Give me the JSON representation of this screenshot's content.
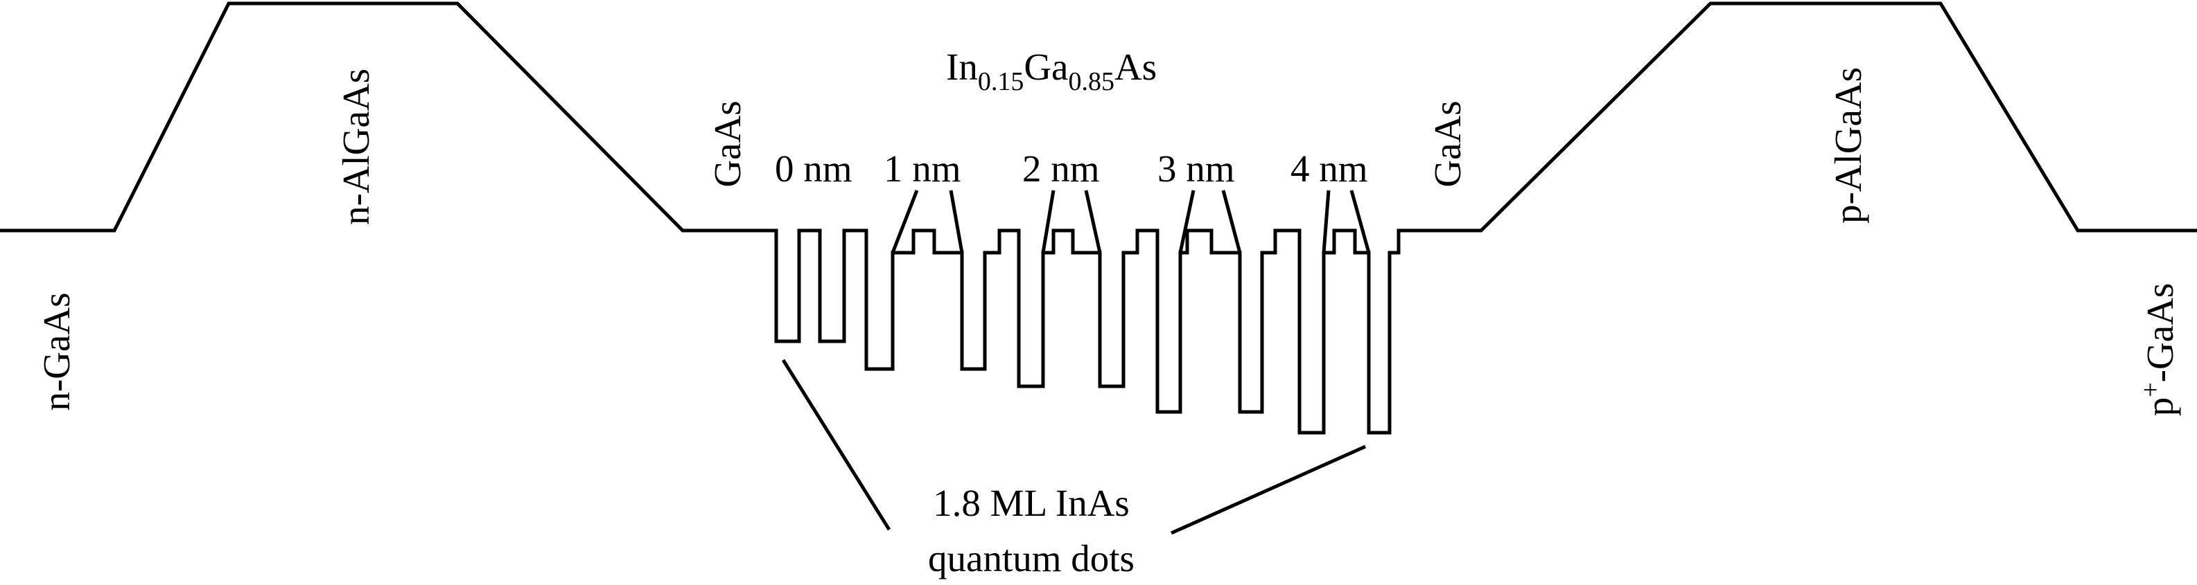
{
  "colors": {
    "line": "#000000",
    "background": "#ffffff"
  },
  "labels": {
    "n_gaas": "n-GaAs",
    "n_algaas": "n-AlGaAs",
    "gaas_left": "GaAs",
    "gaas_right": "GaAs",
    "p_algaas": "p-AlGaAs",
    "p_gaas_prefix": "p",
    "p_gaas_sup": "+",
    "p_gaas_suffix": "-GaAs",
    "ingaas_in": "In",
    "ingaas_sub1": "0.15",
    "ingaas_ga": "Ga",
    "ingaas_sub2": "0.85",
    "ingaas_as": "As",
    "spacer_0": "0 nm",
    "spacer_1": "1 nm",
    "spacer_2": "2 nm",
    "spacer_3": "3 nm",
    "spacer_4": "4 nm",
    "qd_line1": "1.8 ML InAs",
    "qd_line2": "quantum dots"
  }
}
